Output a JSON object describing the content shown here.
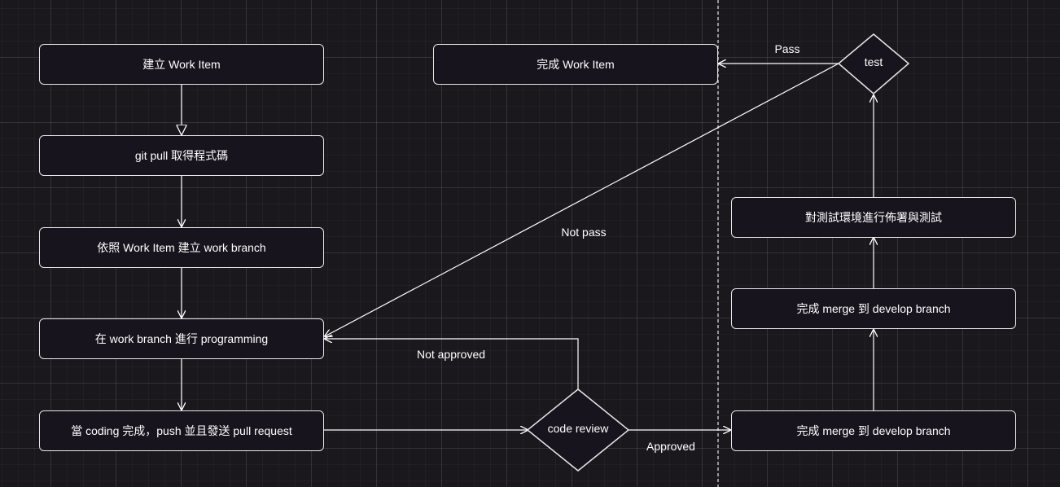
{
  "diagram": {
    "nodes": {
      "create_item": "建立 Work Item",
      "git_pull": "git pull 取得程式碼",
      "create_branch": "依照 Work Item 建立 work branch",
      "programming": "在 work branch 進行 programming",
      "pull_request": "當 coding 完成，push 並且發送 pull request",
      "code_review": "code review",
      "merge_develop_1": "完成 merge 到 develop branch",
      "merge_develop_2": "完成 merge 到 develop branch",
      "deploy_test": "對測試環境進行佈署與測試",
      "test": "test",
      "complete_item": "完成 Work Item"
    },
    "edge_labels": {
      "pass": "Pass",
      "not_pass": "Not pass",
      "not_approved": "Not approved",
      "approved": "Approved"
    }
  }
}
